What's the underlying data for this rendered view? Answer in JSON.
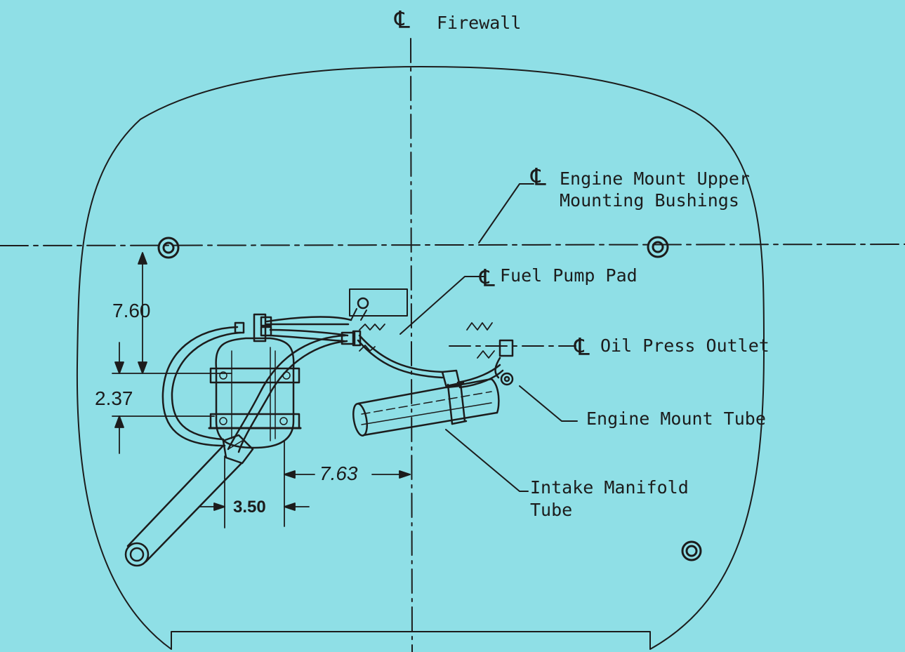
{
  "colors": {
    "background": "#8fdfe6",
    "ink": "#1c1c1c"
  },
  "symbols": {
    "centerline": "℄"
  },
  "labels": {
    "firewall": "Firewall",
    "engine_mount_upper_line1": "Engine Mount Upper",
    "engine_mount_upper_line2": "Mounting Bushings",
    "fuel_pump_pad": "Fuel Pump Pad",
    "oil_press_outlet": "Oil Press Outlet",
    "engine_mount_tube": "Engine Mount Tube",
    "intake_manifold_line1": "Intake Manifold",
    "intake_manifold_line2": "Tube"
  },
  "dimensions": {
    "vertical_upper": "7.60",
    "vertical_lower": "2.37",
    "horizontal_center": "7.63",
    "horizontal_small": "3.50"
  }
}
